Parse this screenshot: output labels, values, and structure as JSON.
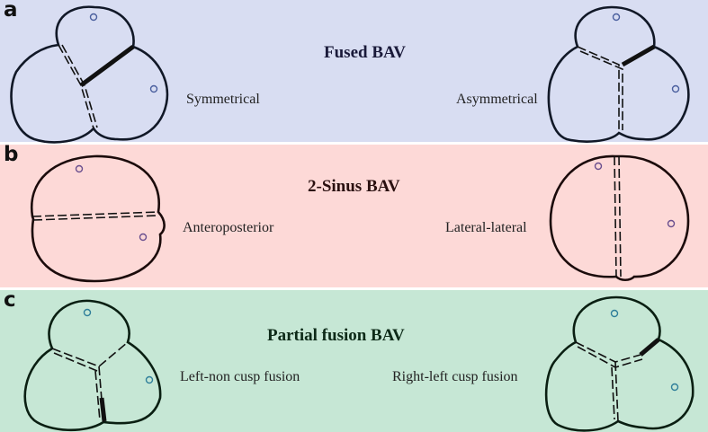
{
  "panels": [
    {
      "letter": "a",
      "title": "Fused BAV",
      "left_label": "Symmetrical",
      "right_label": "Asymmetrical"
    },
    {
      "letter": "b",
      "title": "2-Sinus BAV",
      "left_label": "Anteroposterior",
      "right_label": "Lateral-lateral"
    },
    {
      "letter": "c",
      "title": "Partial fusion BAV",
      "left_label": "Left-non cusp fusion",
      "right_label": "Right-left cusp fusion"
    }
  ],
  "colors": {
    "panel_a_bg": "#d8ddf2",
    "panel_b_bg": "#fdd9d7",
    "panel_c_bg": "#c6e7d5"
  }
}
